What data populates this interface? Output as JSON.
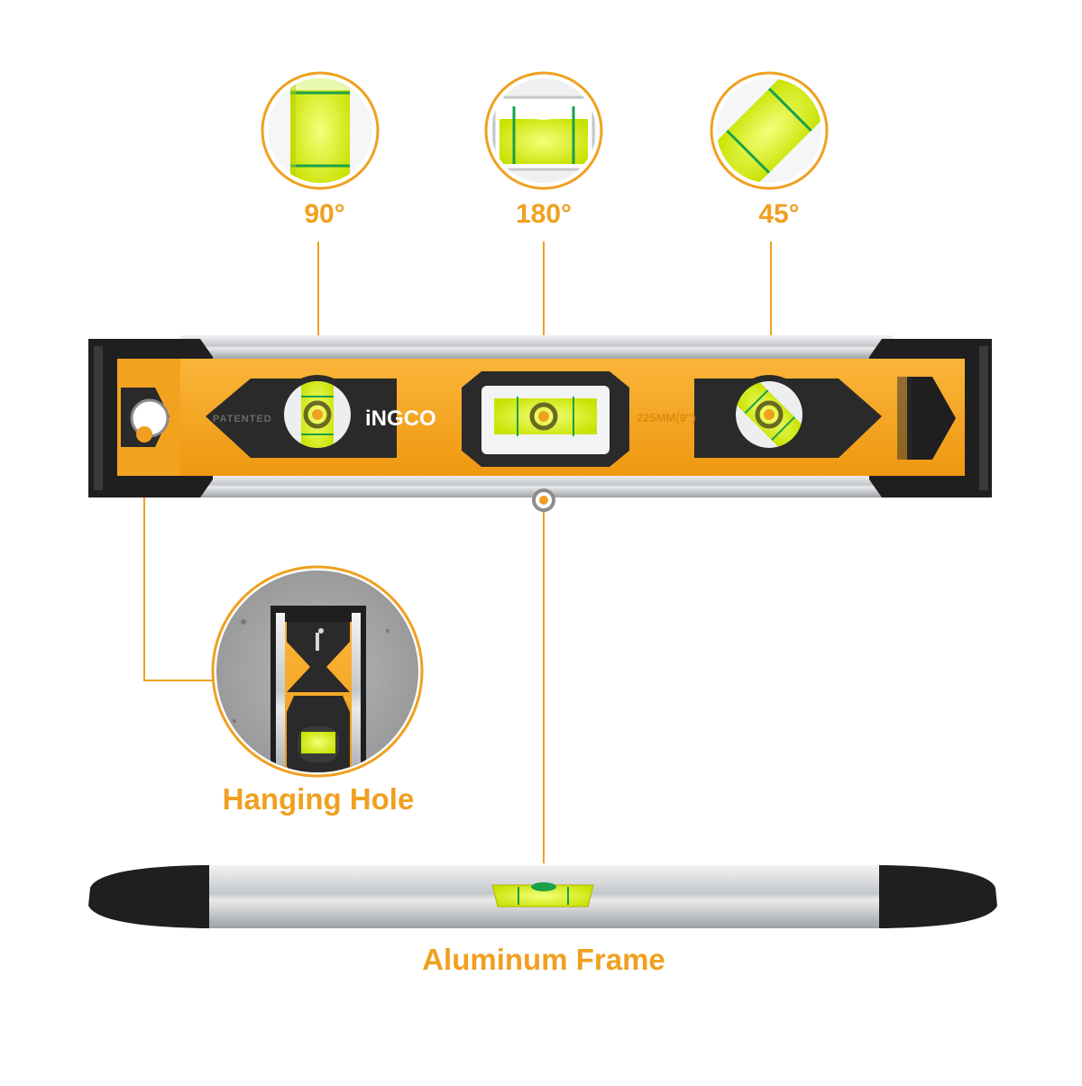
{
  "callouts": {
    "vial_90": "90°",
    "vial_180": "180°",
    "vial_45": "45°",
    "hanging_hole": "Hanging Hole",
    "aluminum_frame": "Aluminum Frame"
  },
  "product": {
    "brand": "INGCO",
    "brand_display": "iNGCO",
    "patent_mark": "PATENTED",
    "size_mark": "225MM(9\")"
  },
  "colors": {
    "accent": "#f0a020",
    "body_orange": "#f7a823",
    "rubber_black": "#1f1f1f",
    "vial_green": "#d8f01a",
    "aluminum": "#c9cccf"
  }
}
